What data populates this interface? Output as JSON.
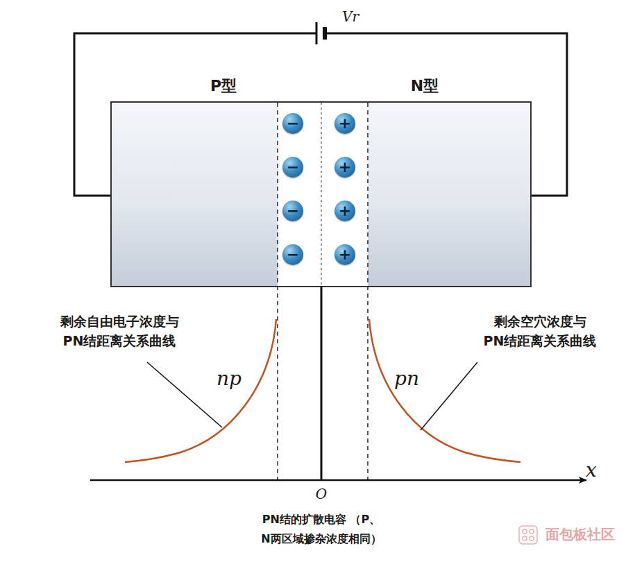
{
  "diagram": {
    "caption": "PN结的扩散电容 （P、N两区域掺杂浓度相同）",
    "nodes": [
      {
        "text": [
          "−"
        ]
      },
      {
        "text": [
          "+"
        ]
      },
      {
        "text": [
          "−"
        ]
      },
      {
        "text": [
          "+"
        ]
      },
      {
        "text": [
          "−"
        ]
      },
      {
        "text": [
          "+"
        ]
      },
      {
        "text": [
          "−"
        ]
      },
      {
        "text": [
          "+"
        ]
      }
    ],
    "labels": [
      "Vr",
      "P型",
      "N型",
      "剩余自由电子浓度与 PN结距离关系曲线",
      "np",
      "剩余空穴浓度与 PN结距离关系曲线",
      "pn",
      "x",
      "O",
      "面包板社区"
    ]
  }
}
